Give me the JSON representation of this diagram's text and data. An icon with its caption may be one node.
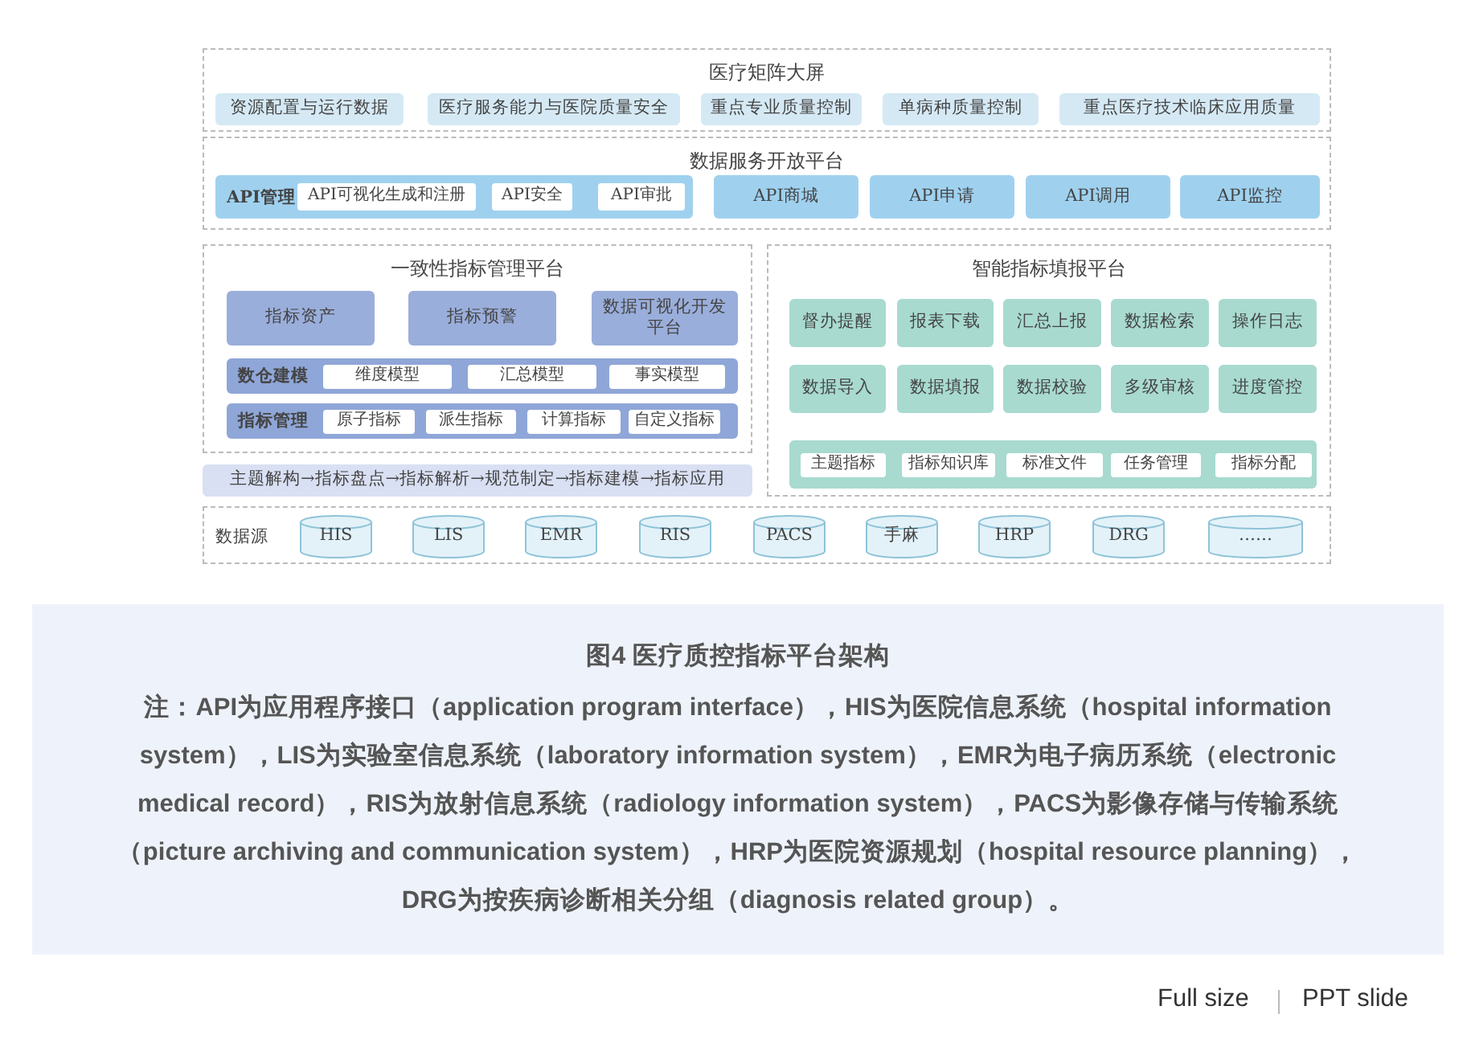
{
  "diagram": {
    "title": "图4 医疗质控指标平台架构",
    "caption": "注：API为应用程序接口（application program interface），HIS为医院信息系统（hospital information system），LIS为实验室信息系统（laboratory information system），EMR为电子病历系统（electronic medical record），RIS为放射信息系统（radiology information system），PACS为影像存储与传输系统（picture archiving and communication system），HRP为医院资源规划（hospital resource planning），DRG为按疾病诊断相关分组（diagnosis related group）。",
    "nodes": [
      {
        "text": [
          "医疗矩阵大屏"
        ]
      },
      {
        "text": [
          "资源配置与运行数据"
        ],
        "in": 0
      },
      {
        "text": [
          "医疗服务能力与医院质量安全"
        ],
        "in": 0
      },
      {
        "text": [
          "重点专业质量控制"
        ],
        "in": 0
      },
      {
        "text": [
          "单病种质量控制"
        ],
        "in": 0
      },
      {
        "text": [
          "重点医疗技术临床应用质量"
        ],
        "in": 0
      },
      {
        "text": [
          "数据服务开放平台"
        ]
      },
      {
        "text": [
          "API管理"
        ],
        "in": 6
      },
      {
        "text": [
          "API可视化生成和注册"
        ],
        "in": 7
      },
      {
        "text": [
          "API安全"
        ],
        "in": 7
      },
      {
        "text": [
          "API审批"
        ],
        "in": 7
      },
      {
        "text": [
          "API商城"
        ],
        "in": 6
      },
      {
        "text": [
          "API申请"
        ],
        "in": 6
      },
      {
        "text": [
          "API调用"
        ],
        "in": 6
      },
      {
        "text": [
          "API监控"
        ],
        "in": 6
      },
      {
        "text": [
          "一致性指标管理平台"
        ]
      },
      {
        "text": [
          "指标资产"
        ],
        "in": 15
      },
      {
        "text": [
          "指标预警"
        ],
        "in": 15
      },
      {
        "text": [
          "数据可视化开发平台"
        ],
        "in": 15
      },
      {
        "text": [
          "数仓建模"
        ],
        "in": 15
      },
      {
        "text": [
          "维度模型"
        ],
        "in": 19
      },
      {
        "text": [
          "汇总模型"
        ],
        "in": 19
      },
      {
        "text": [
          "事实模型"
        ],
        "in": 19
      },
      {
        "text": [
          "指标管理"
        ],
        "in": 15
      },
      {
        "text": [
          "原子指标"
        ],
        "in": 23
      },
      {
        "text": [
          "派生指标"
        ],
        "in": 23
      },
      {
        "text": [
          "计算指标"
        ],
        "in": 23
      },
      {
        "text": [
          "自定义指标"
        ],
        "in": 23
      },
      {
        "text": [
          "主题解构→指标盘点→指标解析→规范制定→指标建模→指标应用"
        ]
      },
      {
        "text": [
          "智能指标填报平台"
        ]
      },
      {
        "text": [
          "督办提醒"
        ],
        "in": 29
      },
      {
        "text": [
          "报表下载"
        ],
        "in": 29
      },
      {
        "text": [
          "汇总上报"
        ],
        "in": 29
      },
      {
        "text": [
          "数据检索"
        ],
        "in": 29
      },
      {
        "text": [
          "操作日志"
        ],
        "in": 29
      },
      {
        "text": [
          "数据导入"
        ],
        "in": 29
      },
      {
        "text": [
          "数据填报"
        ],
        "in": 29
      },
      {
        "text": [
          "数据校验"
        ],
        "in": 29
      },
      {
        "text": [
          "多级审核"
        ],
        "in": 29
      },
      {
        "text": [
          "进度管控"
        ],
        "in": 29
      },
      {
        "text": [],
        "shape": "bar",
        "in": 29
      },
      {
        "text": [
          "主题指标"
        ],
        "in": 40
      },
      {
        "text": [
          "指标知识库"
        ],
        "in": 40
      },
      {
        "text": [
          "标准文件"
        ],
        "in": 40
      },
      {
        "text": [
          "任务管理"
        ],
        "in": 40
      },
      {
        "text": [
          "指标分配"
        ],
        "in": 40
      },
      {
        "text": [
          "数据源"
        ]
      },
      {
        "text": [
          "HIS"
        ],
        "in": 46
      },
      {
        "text": [
          "LIS"
        ],
        "in": 46
      },
      {
        "text": [
          "EMR"
        ],
        "in": 46
      },
      {
        "text": [
          "RIS"
        ],
        "in": 46
      },
      {
        "text": [
          "PACS"
        ],
        "in": 46
      },
      {
        "text": [
          "手麻"
        ],
        "in": 46
      },
      {
        "text": [
          "HRP"
        ],
        "in": 46
      },
      {
        "text": [
          "DRG"
        ],
        "in": 46
      },
      {
        "text": [
          "……"
        ],
        "in": 46
      }
    ],
    "edges": [],
    "labels": [
      "Full size",
      "PPT slide"
    ]
  }
}
